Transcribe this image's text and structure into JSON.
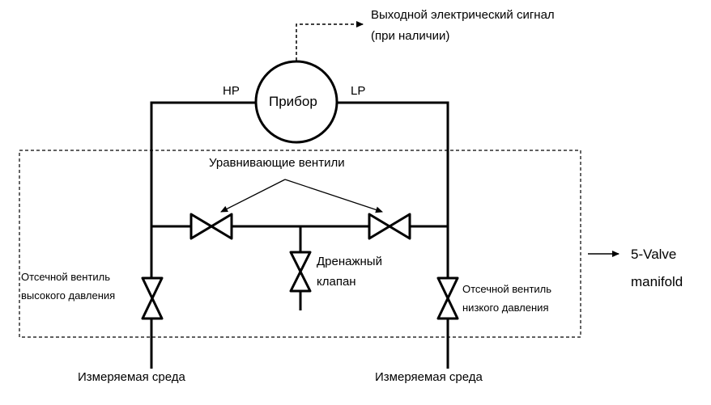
{
  "instrument": {
    "label": "Прибор",
    "hp": "HP",
    "lp": "LP"
  },
  "output_signal": {
    "line1": "Выходной электрический сигнал",
    "line2": "(при наличии)"
  },
  "equalizing_valves": "Уравнивающие вентили",
  "drain_valve": {
    "line1": "Дренажный",
    "line2": "клапан"
  },
  "hp_block_valve": {
    "line1": "Отсечной вентиль",
    "line2": "высокого давления"
  },
  "lp_block_valve": {
    "line1": "Отсечной вентиль",
    "line2": "низкого давления"
  },
  "manifold": {
    "line1": "5-Valve",
    "line2": "manifold"
  },
  "process_left": "Измеряемая среда",
  "process_right": "Измеряемая среда"
}
